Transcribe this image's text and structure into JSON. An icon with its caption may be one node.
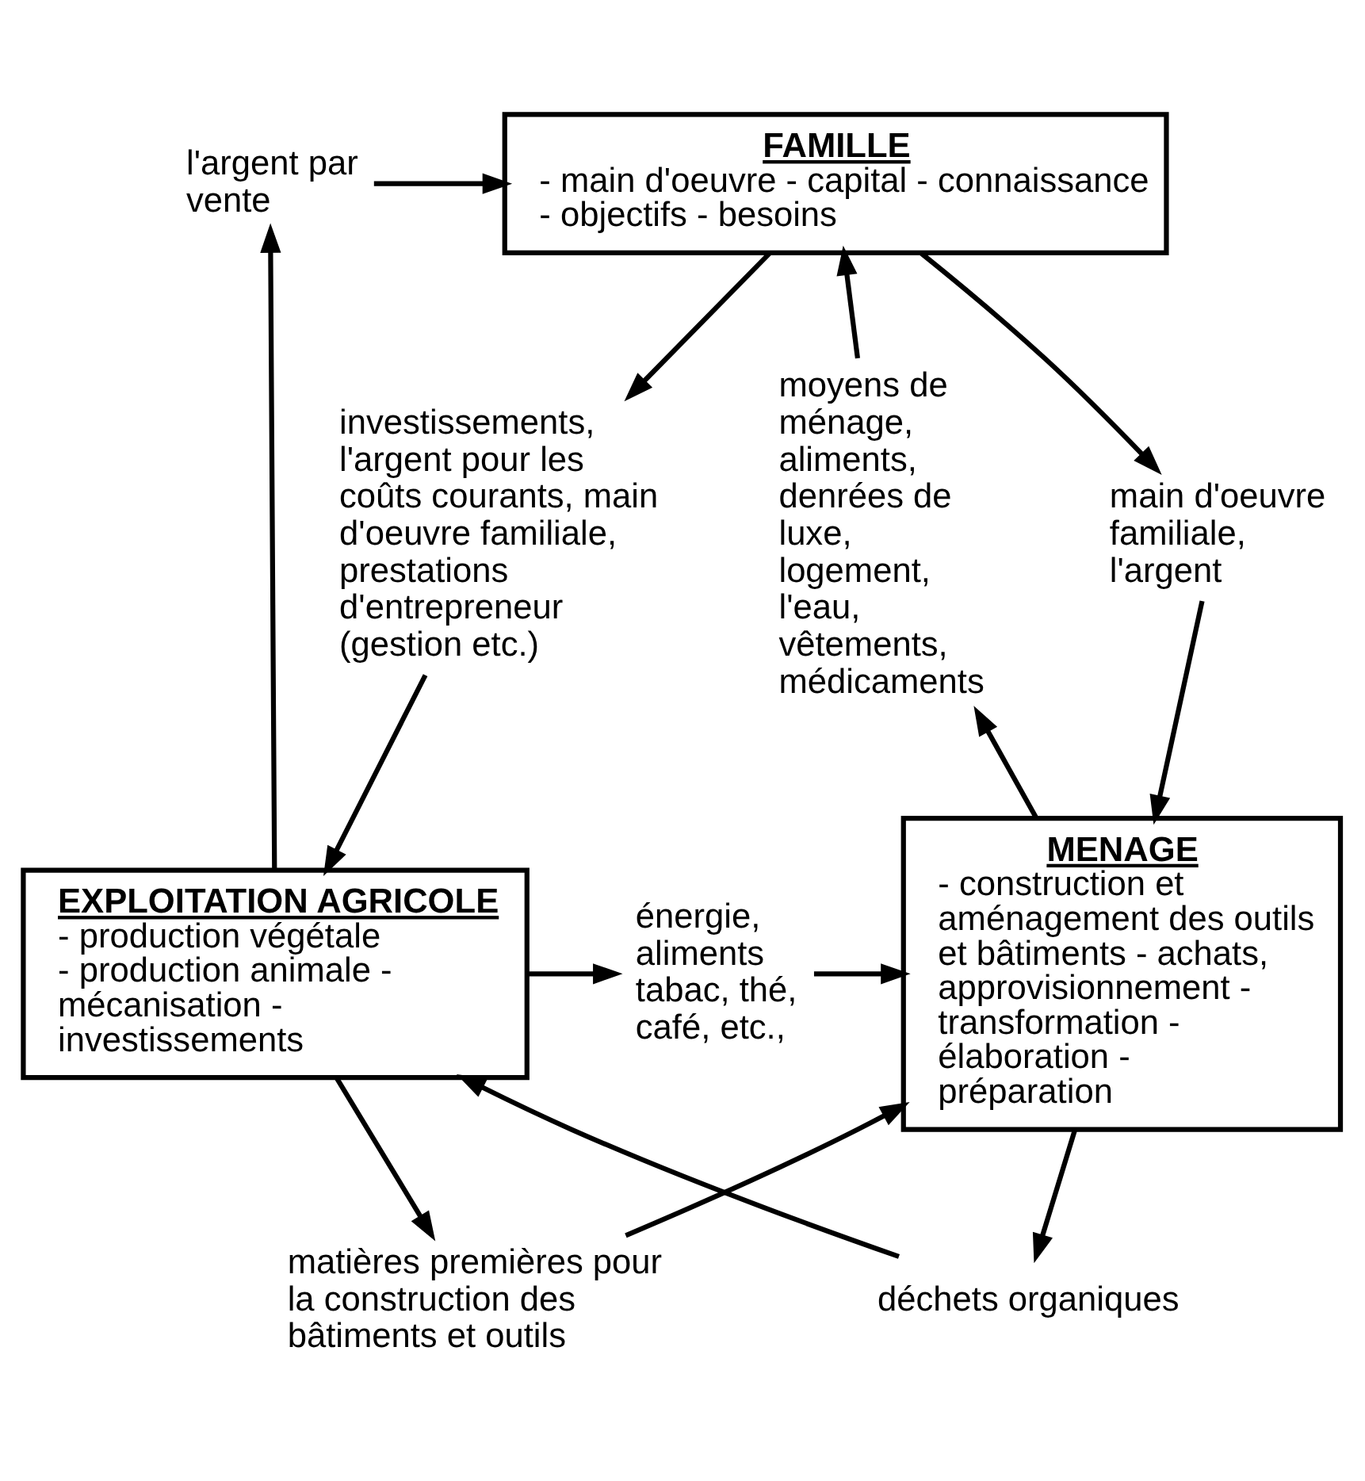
{
  "diagram": {
    "nodes": [
      {
        "text": [
          "FAMILLE",
          "- main d'oeuvre - capital - connaissance",
          "- objectifs - besoins"
        ]
      },
      {
        "text": [
          "EXPLOITATION AGRICOLE",
          "- production végétale - production animale - mécanisation - investissements"
        ]
      },
      {
        "text": [
          "MENAGE",
          "- construction et aménagement des outils et bâtiments - achats, approvisionnement - transformation - élaboration - préparation"
        ]
      },
      {
        "text": [
          "l'argent par vente"
        ]
      },
      {
        "text": [
          "investissements, l'argent pour les coûts courants, main d'oeuvre familiale, prestations d'entrepreneur (gestion etc.)"
        ]
      },
      {
        "text": [
          "main d'oeuvre familiale, l'argent"
        ]
      },
      {
        "text": [
          "moyens de ménage, aliments, denrées de luxe, logement, l'eau, vêtements, médicaments"
        ]
      },
      {
        "text": [
          "matières premières pour la construction des bâtiments et outils"
        ]
      },
      {
        "text": [
          "énergie, aliments tabac, thé, café, etc.,"
        ]
      },
      {
        "text": [
          "déchets organiques"
        ]
      }
    ],
    "edges": [
      {
        "from": 1,
        "to": 3,
        "arrow": "to"
      },
      {
        "from": 3,
        "to": 0,
        "arrow": "to"
      },
      {
        "from": 0,
        "to": 4,
        "arrow": "to"
      },
      {
        "from": 4,
        "to": 1,
        "arrow": "to"
      },
      {
        "from": 0,
        "to": 5,
        "arrow": "to"
      },
      {
        "from": 5,
        "to": 2,
        "arrow": "to"
      },
      {
        "from": 2,
        "to": 6,
        "arrow": "to"
      },
      {
        "from": 6,
        "to": 0,
        "arrow": "to"
      },
      {
        "from": 1,
        "to": 7,
        "arrow": "to"
      },
      {
        "from": 7,
        "to": 2,
        "arrow": "to"
      },
      {
        "from": 1,
        "to": 8,
        "arrow": "to"
      },
      {
        "from": 8,
        "to": 2,
        "arrow": "to"
      },
      {
        "from": 2,
        "to": 9,
        "arrow": "to"
      },
      {
        "from": 9,
        "to": 1,
        "arrow": "to"
      }
    ]
  }
}
